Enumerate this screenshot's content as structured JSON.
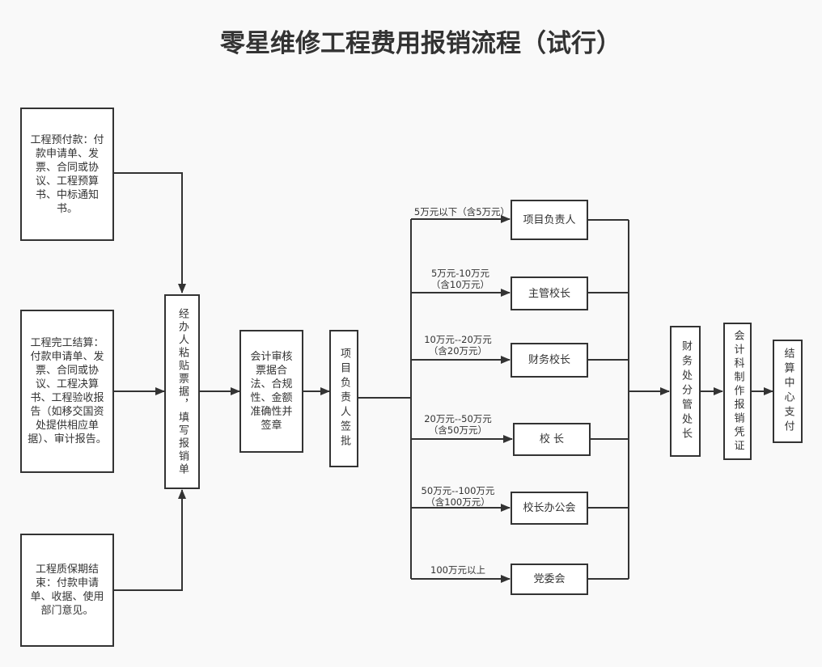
{
  "title": "零星维修工程费用报销流程（试行）",
  "inputs": [
    {
      "label": "工程预付款：付款申请单、发票、合同或协议、工程预算书、中标通知书。"
    },
    {
      "label": "工程完工结算：付款申请单、发票、合同或协议、工程决算书、工程验收报告（如移交国资处提供相应单据）、审计报告。"
    },
    {
      "label": "工程质保期结束：付款申请单、收据、使用部门意见。"
    }
  ],
  "steps": {
    "handler": "经办人粘贴票据，填写报销单",
    "accountant_review": "会计审核票据合法、合规性、金额准确性并签章",
    "project_lead_sign": "项目负责人签批"
  },
  "branches": [
    {
      "condition_line1": "5万元以下（含5万元）",
      "condition_line2": "",
      "approver": "项目负责人"
    },
    {
      "condition_line1": "5万元-10万元",
      "condition_line2": "（含10万元）",
      "approver": "主管校长"
    },
    {
      "condition_line1": "10万元--20万元",
      "condition_line2": "（含20万元）",
      "approver": "财务校长"
    },
    {
      "condition_line1": "20万元--50万元",
      "condition_line2": "（含50万元）",
      "approver": "校 长"
    },
    {
      "condition_line1": "50万元--100万元",
      "condition_line2": "（含100万元）",
      "approver": "校长办公会"
    },
    {
      "condition_line1": "100万元以上",
      "condition_line2": "",
      "approver": "党委会"
    }
  ],
  "final_steps": {
    "finance_director": "财务处分管处长",
    "voucher": "会计科制作报销凭证",
    "payment": "结算中心支付"
  },
  "colors": {
    "line": "#333333",
    "box_fill": "#ffffff",
    "background": "#f9f9f9"
  }
}
